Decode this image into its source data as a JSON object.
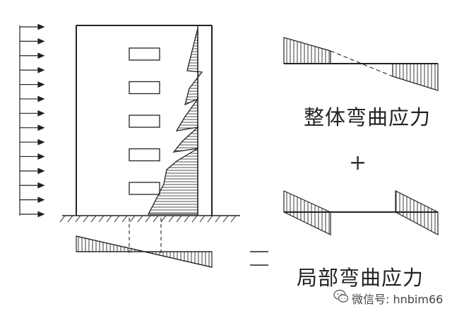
{
  "labels": {
    "overall_bending_stress": "整体弯曲应力",
    "local_bending_stress": "局部弯曲应力",
    "plus": "+",
    "equals": "=",
    "watermark": "微信号: hnbim66"
  },
  "diagram": {
    "wind_arrow_count": 14,
    "window_count": 5,
    "icons": [
      "wechat-icon"
    ]
  }
}
